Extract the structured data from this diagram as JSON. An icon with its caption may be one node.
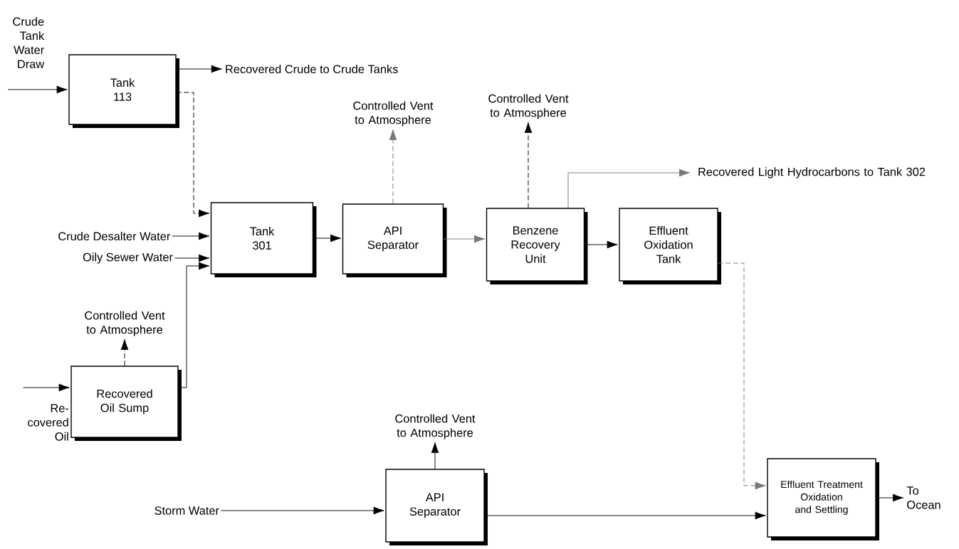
{
  "diagram": {
    "nodes": [
      {
        "text": [
          "Tank 113"
        ]
      },
      {
        "text": [
          "Tank 301"
        ]
      },
      {
        "text": [
          "API Separator"
        ]
      },
      {
        "text": [
          "Benzene Recovery Unit"
        ]
      },
      {
        "text": [
          "Effluent Oxidation Tank"
        ]
      },
      {
        "text": [
          "Recovered Oil Sump"
        ]
      },
      {
        "text": [
          "API Separator"
        ]
      },
      {
        "text": [
          "Effluent Treatment Oxidation and Settling"
        ]
      },
      {
        "text": [
          "Crude Tank Water Draw"
        ]
      },
      {
        "text": [
          "Recovered Crude to Crude Tanks"
        ]
      },
      {
        "text": [
          "Controlled Vent to Atmosphere"
        ]
      },
      {
        "text": [
          "Controlled Vent to Atmosphere"
        ]
      },
      {
        "text": [
          "Recovered Light Hydrocarbons to Tank 302"
        ]
      },
      {
        "text": [
          "Crude Desalter Water"
        ]
      },
      {
        "text": [
          "Oily Sewer Water"
        ]
      },
      {
        "text": [
          "Controlled Vent to Atmosphere"
        ]
      },
      {
        "text": [
          "Re-covered Oil"
        ]
      },
      {
        "text": [
          "Controlled Vent to Atmosphere"
        ]
      },
      {
        "text": [
          "Storm Water"
        ]
      },
      {
        "text": [
          "To Ocean"
        ]
      }
    ],
    "edges": [
      {
        "from": 8,
        "to": 0,
        "arrow": "to"
      },
      {
        "from": 0,
        "to": 9,
        "arrow": "to"
      },
      {
        "from": 0,
        "to": 1,
        "arrow": "to",
        "style": "dashed"
      },
      {
        "from": 13,
        "to": 1,
        "arrow": "to"
      },
      {
        "from": 14,
        "to": 1,
        "arrow": "to"
      },
      {
        "from": 5,
        "to": 1,
        "arrow": "to"
      },
      {
        "from": 1,
        "to": 2,
        "arrow": "to"
      },
      {
        "from": 2,
        "to": 10,
        "arrow": "to",
        "style": "dashed",
        "color": "#777777"
      },
      {
        "from": 2,
        "to": 3,
        "arrow": "to",
        "color": "#777777"
      },
      {
        "from": 3,
        "to": 11,
        "arrow": "to",
        "style": "dashed"
      },
      {
        "from": 3,
        "to": 12,
        "arrow": "to",
        "color": "#777777"
      },
      {
        "from": 3,
        "to": 4,
        "arrow": "to"
      },
      {
        "from": 4,
        "to": 7,
        "arrow": "to",
        "style": "dashed",
        "color": "#777777"
      },
      {
        "from": 5,
        "to": 15,
        "arrow": "to",
        "style": "dashed"
      },
      {
        "from": 16,
        "to": 5,
        "arrow": "to"
      },
      {
        "from": 18,
        "to": 6,
        "arrow": "to"
      },
      {
        "from": 6,
        "to": 17,
        "arrow": "to"
      },
      {
        "from": 6,
        "to": 7,
        "arrow": "to"
      },
      {
        "from": 7,
        "to": 19,
        "arrow": "to"
      }
    ]
  }
}
